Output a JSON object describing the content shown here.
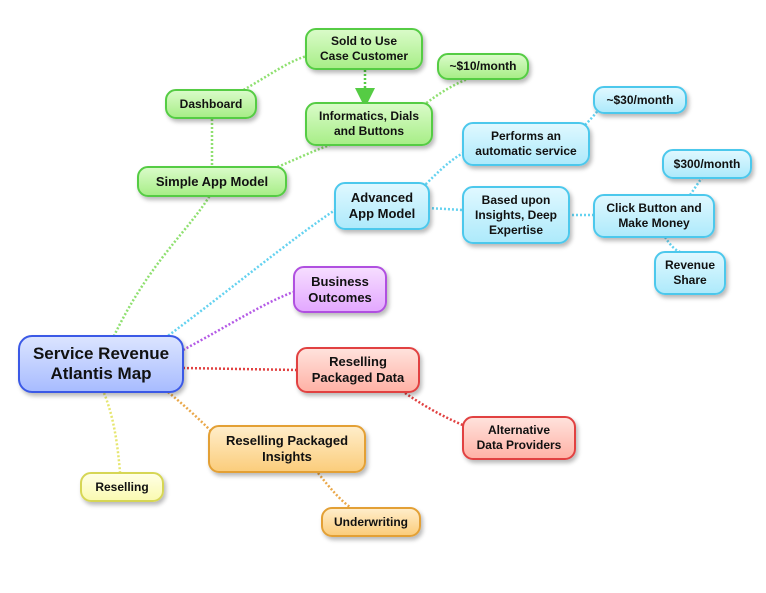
{
  "map": {
    "root": "Service Revenue\nAtlantis Map",
    "simple_app_model": "Simple App Model",
    "dashboard": "Dashboard",
    "sold_to_use_case": "Sold to Use\nCase Customer",
    "informatics": "Informatics, Dials\nand Buttons",
    "price_10": "~$10/month",
    "advanced_app_model": "Advanced\nApp Model",
    "performs_service": "Performs an\nautomatic service",
    "price_30": "~$30/month",
    "based_upon": "Based upon\nInsights, Deep\nExpertise",
    "click_button": "Click Button and\nMake Money",
    "price_300": "$300/month",
    "revenue_share": "Revenue\nShare",
    "business_outcomes": "Business\nOutcomes",
    "reselling_data": "Reselling\nPackaged Data",
    "alt_providers": "Alternative\nData Providers",
    "reselling_insights": "Reselling Packaged\nInsights",
    "underwriting": "Underwriting",
    "reselling": "Reselling"
  },
  "colors": {
    "root": "#3b59e6",
    "green": "#55cc44",
    "cyan": "#4cc8ec",
    "purple": "#b050e0",
    "red": "#e14141",
    "orange": "#e3a035",
    "yellow": "#d6d655"
  }
}
